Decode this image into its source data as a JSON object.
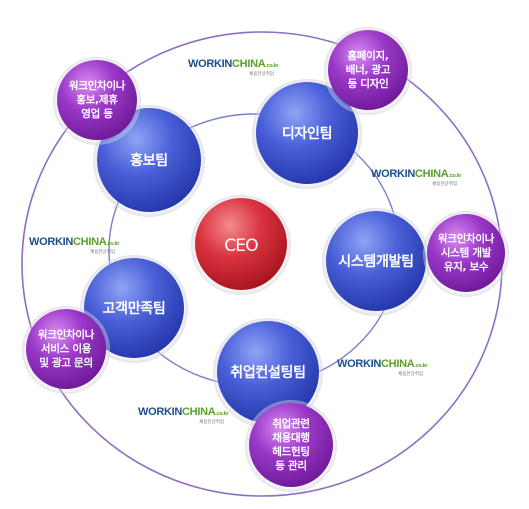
{
  "ceo": {
    "label": "CEO"
  },
  "teams": {
    "pr": "홍보팀",
    "design": "디자인팀",
    "system": "시스템개발팀",
    "cs": "고객만족팀",
    "consulting": "취업컨설팅팀"
  },
  "duties": {
    "pr": [
      "워크인차이나",
      "홍보,제휴",
      "영업 등"
    ],
    "design": [
      "홈페이지,",
      "배너, 광고",
      "등 디자인"
    ],
    "system": [
      "워크인차이나",
      "시스템 개발",
      "유지, 보수"
    ],
    "cs": [
      "워크인차이나",
      "서비스 이용",
      "및 광고 문의"
    ],
    "consulting": [
      "취업관련",
      "채용대행",
      "헤드헌팅",
      "등 관리"
    ]
  },
  "brand": {
    "work": "WORKIN",
    "china": "CHINA",
    "domain": ".co.kr",
    "tagline": "채용한글취업"
  },
  "colors": {
    "outer_ring": "#8d6fc2",
    "inner_ring": "#7683cc",
    "team_blue": "#3d52c8",
    "ceo_red": "#d42a35",
    "duty_purple": "#8b2bb8"
  }
}
